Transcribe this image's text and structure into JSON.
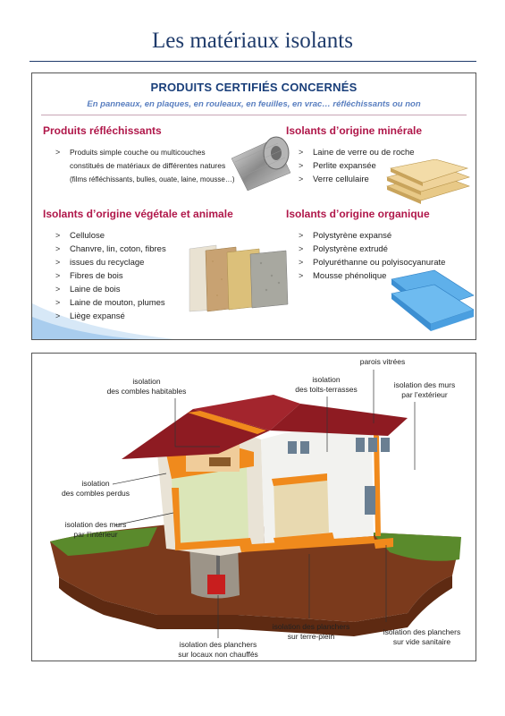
{
  "page": {
    "title": "Les matériaux isolants"
  },
  "products": {
    "heading": "PRODUITS CERTIFIÉS CONCERNÉS",
    "subheading": "En panneaux, en plaques, en rouleaux, en feuilles, en vrac… réfléchissants ou non",
    "categories": [
      {
        "title": "Produits réfléchissants",
        "items": [
          {
            "line1": "Produits simple couche  ou multicouches",
            "line2": "constitués de matériaux de différentes natures",
            "line3": "(films réfléchissants, bulles, ouate, laine, mousse…)"
          }
        ]
      },
      {
        "title": "Isolants d’origine minérale",
        "items": [
          "Laine de verre ou de roche",
          "Perlite expansée",
          "Verre cellulaire"
        ]
      },
      {
        "title": "Isolants d’origine végétale et animale",
        "items": [
          "Cellulose",
          "Chanvre, lin, coton, fibres",
          "issues du recyclage",
          "Fibres de bois",
          "Laine de bois",
          "Laine de mouton, plumes",
          "Liège expansé"
        ]
      },
      {
        "title": "Isolants d’origine organique",
        "items": [
          "Polystyrène expansé",
          "Polystyrène extrudé",
          "Polyuréthanne ou polyisocyanurate",
          "Mousse phénolique"
        ]
      }
    ]
  },
  "house": {
    "labels": {
      "parois_vitrees": "parois vitrées",
      "combles_habitables_1": "isolation",
      "combles_habitables_2": "des combles habitables",
      "toits_terrasses_1": "isolation",
      "toits_terrasses_2": "des toits-terrasses",
      "murs_ext_1": "isolation des murs",
      "murs_ext_2": "par l’extérieur",
      "combles_perdus_1": "isolation",
      "combles_perdus_2": "des combles perdus",
      "murs_int_1": "isolation des murs",
      "murs_int_2": "par l’intérieur",
      "terre_plein_1": "isolation des planchers",
      "terre_plein_2": "sur terre-plein",
      "vide_sanitaire_1": "isolation des planchers",
      "vide_sanitaire_2": "sur vide sanitaire",
      "locaux_1": "isolation des planchers",
      "locaux_2": "sur locaux non chauffés"
    }
  },
  "colors": {
    "title": "#1f3b6b",
    "category": "#b0174a",
    "roof": "#8e1b22",
    "insulation": "#f08a1c",
    "ground": "#7b3a1c",
    "grass": "#5a8a2c"
  }
}
